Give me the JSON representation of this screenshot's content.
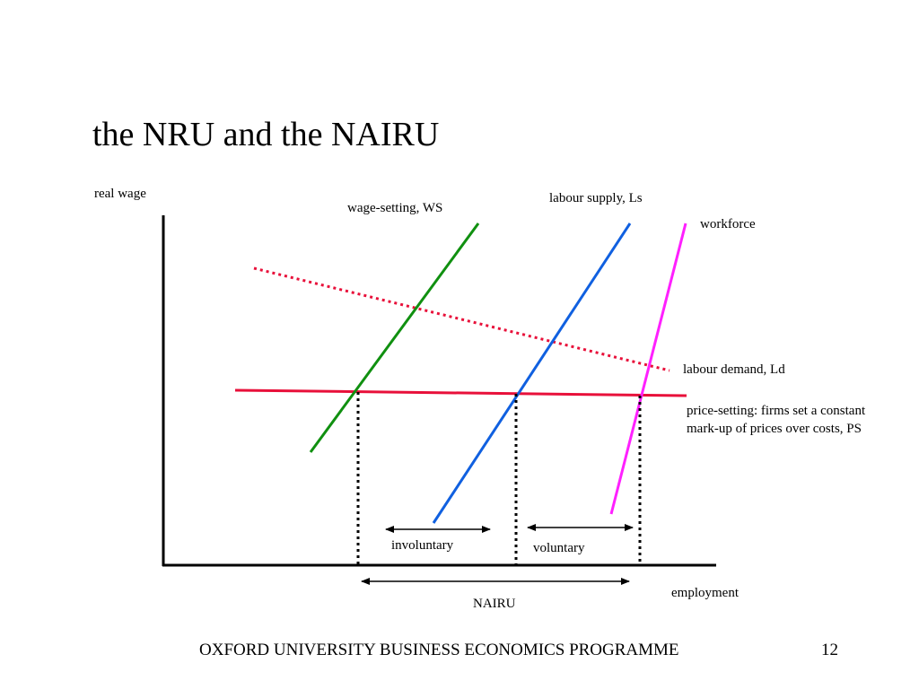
{
  "title": "the NRU and the NAIRU",
  "axes": {
    "y_label": "real wage",
    "x_label": "employment"
  },
  "curves": {
    "wage_setting": {
      "label": "wage-setting, WS",
      "color": "#109010"
    },
    "labour_supply": {
      "label": "labour supply, Ls",
      "color": "#1060e0"
    },
    "workforce": {
      "label": "workforce",
      "color": "#ff20ff"
    },
    "labour_demand": {
      "label": "labour demand, Ld",
      "color": "#e8103a"
    },
    "price_setting": {
      "label": "price-setting: firms set a constant mark-up of prices over costs, PS",
      "color": "#e8103a"
    }
  },
  "annotations": {
    "involuntary": "involuntary",
    "voluntary": "voluntary",
    "nairu": "NAIRU"
  },
  "footer": {
    "text": "OXFORD UNIVERSITY BUSINESS ECONOMICS PROGRAMME",
    "page": "12"
  }
}
